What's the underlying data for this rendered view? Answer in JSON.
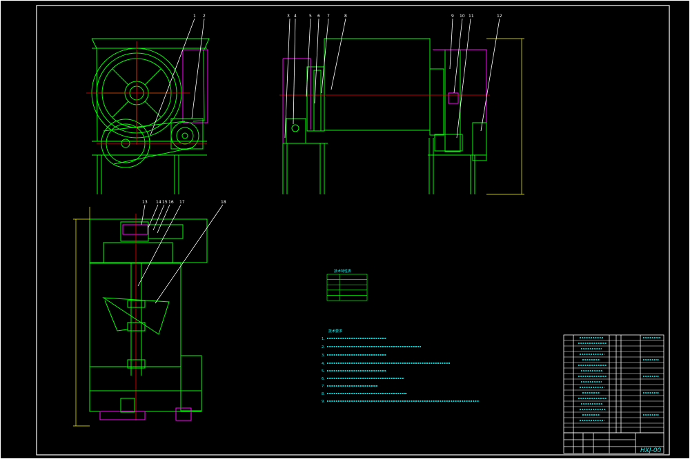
{
  "drawing": {
    "drawing_number": "HXJ-00",
    "tech_title": "技术要求",
    "params_title": "技术特性表",
    "tech_notes": [
      "1.",
      "2.",
      "3.",
      "4.",
      "5.",
      "6.",
      "7.",
      "8.",
      "9."
    ],
    "part_labels_front": [
      "1",
      "2"
    ],
    "part_labels_side": [
      "3",
      "4",
      "5",
      "6",
      "7",
      "8",
      "9",
      "10",
      "11",
      "12"
    ],
    "part_labels_plan": [
      "13",
      "14",
      "15",
      "16",
      "17",
      "18"
    ],
    "colors": {
      "background": "#000000",
      "frame": "#ffffff",
      "outline": "#00ff00",
      "text": "#00ffff",
      "leader": "#ffffff",
      "centerline": "#ff0000",
      "highlight": "#ff00ff",
      "dimension": "#ffff00"
    }
  }
}
